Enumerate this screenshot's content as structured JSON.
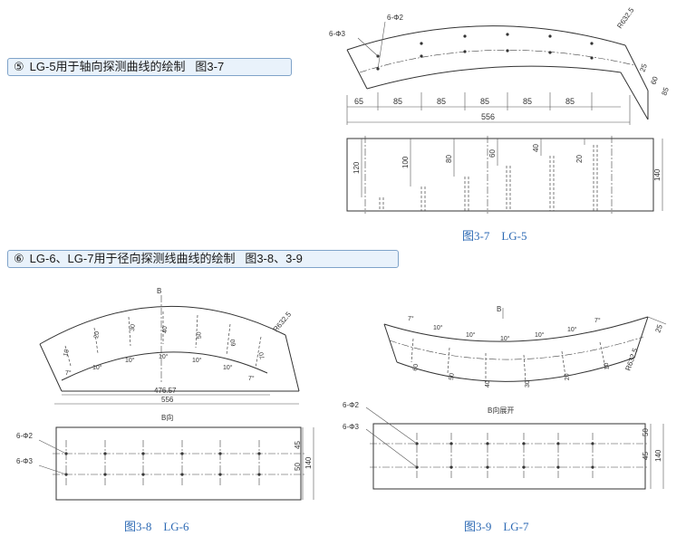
{
  "sections": {
    "s5": {
      "num": "⑤",
      "title": "LG-5用于轴向探测曲线的绘制",
      "fig_ref": "图3-7"
    },
    "s6": {
      "num": "⑥",
      "title": "LG-6、LG-7用于径向探测线曲线的绘制",
      "fig_ref": "图3-8、3-9"
    }
  },
  "captions": {
    "fig37": "图3-7　LG-5",
    "fig38": "图3-8　LG-6",
    "fig39": "图3-9　LG-7"
  },
  "fig37_top": {
    "hole_labels": [
      "6-Φ2",
      "6-Φ3"
    ],
    "radius": "R632.5",
    "spacing": [
      "65",
      "85",
      "85",
      "85",
      "85",
      "85"
    ],
    "total": "556",
    "side_dims": [
      "25",
      "60",
      "85"
    ]
  },
  "fig37_bottom": {
    "depths": [
      "120",
      "100",
      "80",
      "60",
      "40",
      "20"
    ],
    "height": "140"
  },
  "fig38_top": {
    "view_label": "B",
    "radius": "R632.5",
    "angles": [
      "7°",
      "10°",
      "10°",
      "10°",
      "10°",
      "10°",
      "7°"
    ],
    "depths": [
      "10",
      "20",
      "30",
      "40",
      "50",
      "60",
      "70"
    ],
    "inner_width": "476.57",
    "total": "556"
  },
  "fig38_bottom": {
    "view_title": "B向",
    "hole_labels": [
      "6-Φ2",
      "6-Φ3"
    ],
    "dims": [
      "45",
      "50",
      "140"
    ]
  },
  "fig39_top": {
    "view_label": "B",
    "radius": "R632.5",
    "angles": [
      "7°",
      "10°",
      "10°",
      "10°",
      "10°",
      "10°",
      "7°"
    ],
    "depths": [
      "60",
      "50",
      "40",
      "30",
      "20",
      "10"
    ],
    "side_dim": "25"
  },
  "fig39_bottom": {
    "view_title": "B向展开",
    "hole_labels": [
      "6-Φ2",
      "6-Φ3"
    ],
    "dims": [
      "50",
      "45",
      "140"
    ]
  }
}
